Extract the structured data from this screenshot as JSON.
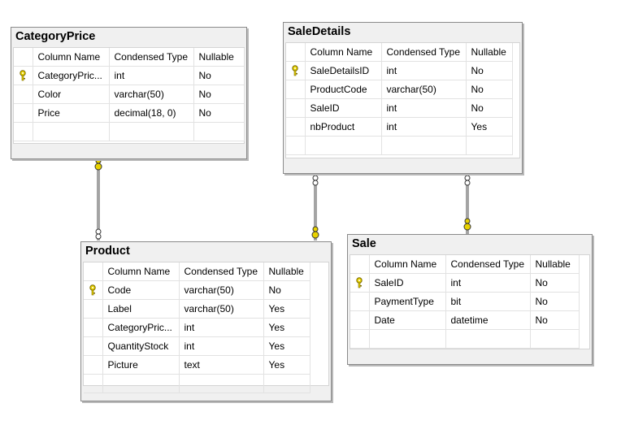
{
  "headers": {
    "column_name": "Column Name",
    "condensed_type": "Condensed Type",
    "nullable": "Nullable"
  },
  "tables": {
    "categoryprice": {
      "title": "CategoryPrice",
      "rows": [
        {
          "key": true,
          "name": "CategoryPric...",
          "type": "int",
          "nullable": "No"
        },
        {
          "key": false,
          "name": "Color",
          "type": "varchar(50)",
          "nullable": "No"
        },
        {
          "key": false,
          "name": "Price",
          "type": "decimal(18, 0)",
          "nullable": "No"
        }
      ]
    },
    "saledetails": {
      "title": "SaleDetails",
      "rows": [
        {
          "key": true,
          "name": "SaleDetailsID",
          "type": "int",
          "nullable": "No"
        },
        {
          "key": false,
          "name": "ProductCode",
          "type": "varchar(50)",
          "nullable": "No"
        },
        {
          "key": false,
          "name": "SaleID",
          "type": "int",
          "nullable": "No"
        },
        {
          "key": false,
          "name": "nbProduct",
          "type": "int",
          "nullable": "Yes"
        }
      ]
    },
    "product": {
      "title": "Product",
      "rows": [
        {
          "key": true,
          "name": "Code",
          "type": "varchar(50)",
          "nullable": "No"
        },
        {
          "key": false,
          "name": "Label",
          "type": "varchar(50)",
          "nullable": "Yes"
        },
        {
          "key": false,
          "name": "CategoryPric...",
          "type": "int",
          "nullable": "Yes"
        },
        {
          "key": false,
          "name": "QuantityStock",
          "type": "int",
          "nullable": "Yes"
        },
        {
          "key": false,
          "name": "Picture",
          "type": "text",
          "nullable": "Yes"
        }
      ]
    },
    "sale": {
      "title": "Sale",
      "rows": [
        {
          "key": true,
          "name": "SaleID",
          "type": "int",
          "nullable": "No"
        },
        {
          "key": false,
          "name": "PaymentType",
          "type": "bit",
          "nullable": "No"
        },
        {
          "key": false,
          "name": "Date",
          "type": "datetime",
          "nullable": "No"
        }
      ]
    }
  },
  "colors": {
    "key": "#e8d200",
    "line": "#4a4a4a",
    "border": "#8a8a8a",
    "background": "#f0f0f0"
  }
}
